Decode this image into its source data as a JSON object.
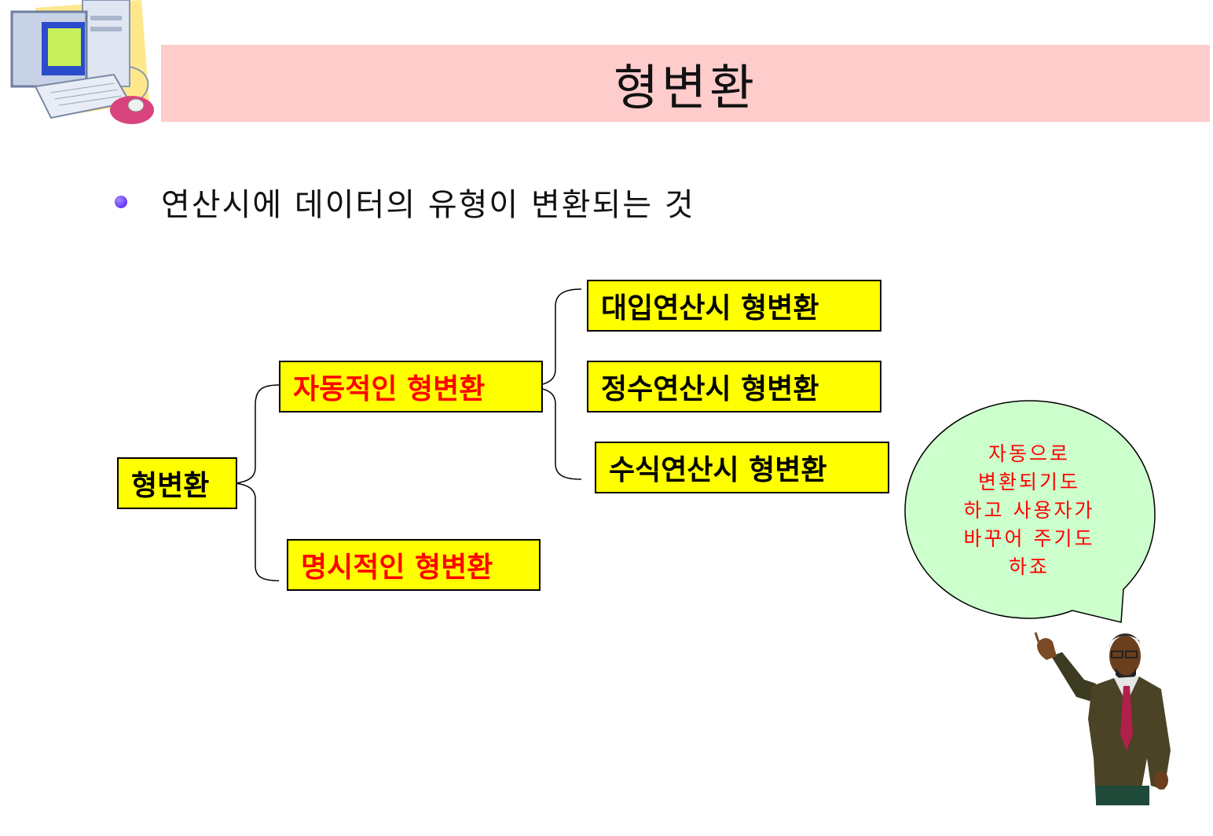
{
  "title": "형변환",
  "bullet": "연산시에 데이터의 유형이 변환되는 것",
  "diagram": {
    "root": "형변환",
    "auto": "자동적인 형변환",
    "explicit": "명시적인 형변환",
    "auto_children": [
      "대입연산시 형변환",
      "정수연산시 형변환",
      "수식연산시 형변환"
    ]
  },
  "bubble_lines": [
    "자동으로",
    "변환되기도",
    "하고 사용자가",
    "바꾸어 주기도",
    "하죠"
  ],
  "icons": {
    "computer": "computer-clipart-icon",
    "presenter": "presenter-man-clipart"
  },
  "colors": {
    "title_bg": "#ffcccc",
    "box_fill": "#ffff00",
    "red_text": "#ff0000",
    "bubble_fill": "#ccffcc"
  }
}
